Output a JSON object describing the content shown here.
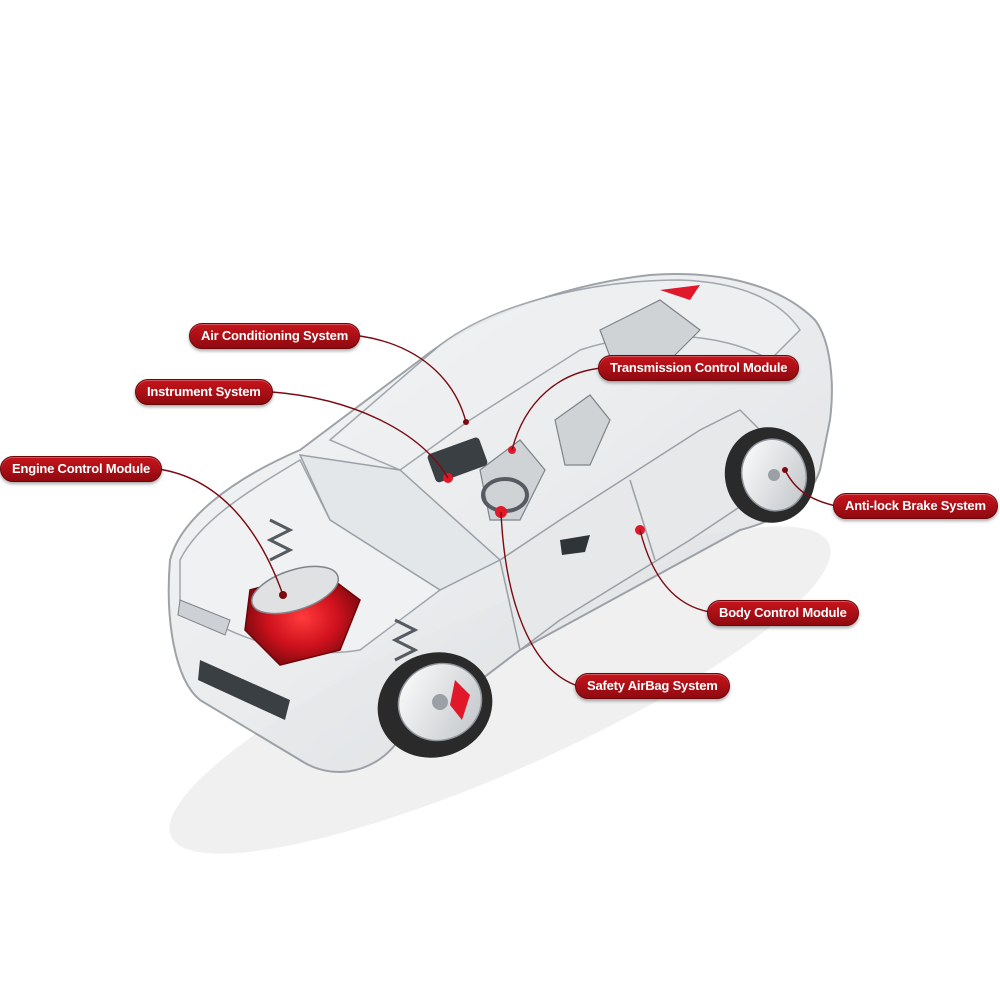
{
  "labels": {
    "air_conditioning": "Air Conditioning System",
    "instrument": "Instrument System",
    "engine_control": "Engine Control Module",
    "transmission_control": "Transmission Control Module",
    "anti_lock_brake": "Anti-lock Brake System",
    "body_control": "Body Control Module",
    "safety_airbag": "Safety AirBag System"
  },
  "colors": {
    "label_fill": "#b0101a",
    "leader_line": "#7a0a10",
    "highlight_red": "#e0182a",
    "car_outline": "#8e949a",
    "tire": "#2a2a2a"
  }
}
